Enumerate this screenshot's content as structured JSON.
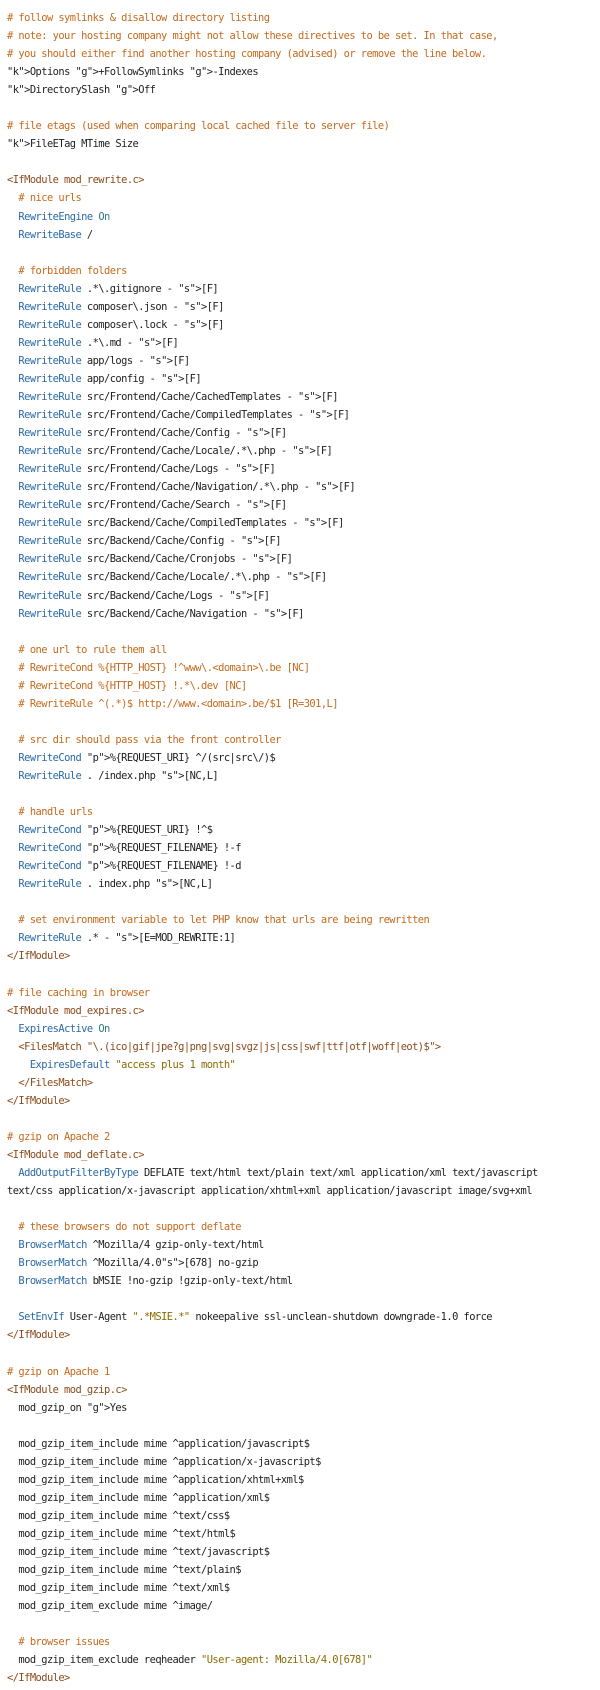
{
  "lines": [
    {
      "type": "comment",
      "text": "# follow symlinks & disallow directory listing"
    },
    {
      "type": "comment",
      "text": "# note: your hosting company might not allow these directives to be set. In that case,"
    },
    {
      "type": "comment",
      "text": "# you should either find another hosting company (advised) or remove the line below."
    },
    {
      "type": "code",
      "text": "Options +FollowSymlinks -Indexes"
    },
    {
      "type": "code",
      "text": "DirectorySlash Off"
    },
    {
      "type": "blank",
      "text": ""
    },
    {
      "type": "comment",
      "text": "# file etags (used when comparing local cached file to server file)"
    },
    {
      "type": "code",
      "text": "FileETag MTime Size"
    },
    {
      "type": "blank",
      "text": ""
    },
    {
      "type": "tag",
      "text": "<IfModule mod_rewrite.c>"
    },
    {
      "type": "comment",
      "text": "  # nice urls"
    },
    {
      "type": "code",
      "text": "  RewriteEngine On"
    },
    {
      "type": "code",
      "text": "  RewriteBase /"
    },
    {
      "type": "blank",
      "text": ""
    },
    {
      "type": "comment",
      "text": "  # forbidden folders"
    },
    {
      "type": "code",
      "text": "  RewriteRule .*\\.gitignore - [F]"
    },
    {
      "type": "code",
      "text": "  RewriteRule composer\\.json - [F]"
    },
    {
      "type": "code",
      "text": "  RewriteRule composer\\.lock - [F]"
    },
    {
      "type": "code",
      "text": "  RewriteRule .*\\.md - [F]"
    },
    {
      "type": "code",
      "text": "  RewriteRule app/logs - [F]"
    },
    {
      "type": "code",
      "text": "  RewriteRule app/config - [F]"
    },
    {
      "type": "code",
      "text": "  RewriteRule src/Frontend/Cache/CachedTemplates - [F]"
    },
    {
      "type": "code",
      "text": "  RewriteRule src/Frontend/Cache/CompiledTemplates - [F]"
    },
    {
      "type": "code",
      "text": "  RewriteRule src/Frontend/Cache/Config - [F]"
    },
    {
      "type": "code",
      "text": "  RewriteRule src/Frontend/Cache/Locale/.*\\.php - [F]"
    },
    {
      "type": "code",
      "text": "  RewriteRule src/Frontend/Cache/Logs - [F]"
    },
    {
      "type": "code",
      "text": "  RewriteRule src/Frontend/Cache/Navigation/.*\\.php - [F]"
    },
    {
      "type": "code",
      "text": "  RewriteRule src/Frontend/Cache/Search - [F]"
    },
    {
      "type": "code",
      "text": "  RewriteRule src/Backend/Cache/CompiledTemplates - [F]"
    },
    {
      "type": "code",
      "text": "  RewriteRule src/Backend/Cache/Config - [F]"
    },
    {
      "type": "code",
      "text": "  RewriteRule src/Backend/Cache/Cronjobs - [F]"
    },
    {
      "type": "code",
      "text": "  RewriteRule src/Backend/Cache/Locale/.*\\.php - [F]"
    },
    {
      "type": "code",
      "text": "  RewriteRule src/Backend/Cache/Logs - [F]"
    },
    {
      "type": "code",
      "text": "  RewriteRule src/Backend/Cache/Navigation - [F]"
    },
    {
      "type": "blank",
      "text": ""
    },
    {
      "type": "comment",
      "text": "  # one url to rule them all"
    },
    {
      "type": "comment",
      "text": "  # RewriteCond %{HTTP_HOST} !^www\\.<domain>\\.be [NC]"
    },
    {
      "type": "comment",
      "text": "  # RewriteCond %{HTTP_HOST} !.*\\.dev [NC]"
    },
    {
      "type": "comment",
      "text": "  # RewriteRule ^(.*)$ http://www.<domain>.be/$1 [R=301,L]"
    },
    {
      "type": "blank",
      "text": ""
    },
    {
      "type": "comment",
      "text": "  # src dir should pass via the front controller"
    },
    {
      "type": "code",
      "text": "  RewriteCond %{REQUEST_URI} ^/(src|src\\/)$"
    },
    {
      "type": "code",
      "text": "  RewriteRule . /index.php [NC,L]"
    },
    {
      "type": "blank",
      "text": ""
    },
    {
      "type": "comment",
      "text": "  # handle urls"
    },
    {
      "type": "code",
      "text": "  RewriteCond %{REQUEST_URI} !^$"
    },
    {
      "type": "code",
      "text": "  RewriteCond %{REQUEST_FILENAME} !-f"
    },
    {
      "type": "code",
      "text": "  RewriteCond %{REQUEST_FILENAME} !-d"
    },
    {
      "type": "code",
      "text": "  RewriteRule . index.php [NC,L]"
    },
    {
      "type": "blank",
      "text": ""
    },
    {
      "type": "comment",
      "text": "  # set environment variable to let PHP know that urls are being rewritten"
    },
    {
      "type": "code",
      "text": "  RewriteRule .* - [E=MOD_REWRITE:1]"
    },
    {
      "type": "tag",
      "text": "</IfModule>"
    },
    {
      "type": "blank",
      "text": ""
    },
    {
      "type": "comment",
      "text": "# file caching in browser"
    },
    {
      "type": "tag",
      "text": "<IfModule mod_expires.c>"
    },
    {
      "type": "code",
      "text": "  ExpiresActive On"
    },
    {
      "type": "tag",
      "text": "  <FilesMatch \"\\.(ico|gif|jpe?g|png|svg|svgz|js|css|swf|ttf|otf|woff|eot)$\">"
    },
    {
      "type": "code",
      "text": "    ExpiresDefault \"access plus 1 month\""
    },
    {
      "type": "tag",
      "text": "  </FilesMatch>"
    },
    {
      "type": "tag",
      "text": "</IfModule>"
    },
    {
      "type": "blank",
      "text": ""
    },
    {
      "type": "comment",
      "text": "# gzip on Apache 2"
    },
    {
      "type": "tag",
      "text": "<IfModule mod_deflate.c>"
    },
    {
      "type": "code",
      "text": "  AddOutputFilterByType DEFLATE text/html text/plain text/xml application/xml text/javascript"
    },
    {
      "type": "code",
      "text": "text/css application/x-javascript application/xhtml+xml application/javascript image/svg+xml"
    },
    {
      "type": "blank",
      "text": ""
    },
    {
      "type": "comment",
      "text": "  # these browsers do not support deflate"
    },
    {
      "type": "code",
      "text": "  BrowserMatch ^Mozilla/4 gzip-only-text/html"
    },
    {
      "type": "code",
      "text": "  BrowserMatch ^Mozilla/4.0[678] no-gzip"
    },
    {
      "type": "code",
      "text": "  BrowserMatch bMSIE !no-gzip !gzip-only-text/html"
    },
    {
      "type": "blank",
      "text": ""
    },
    {
      "type": "code",
      "text": "  SetEnvIf User-Agent \".*MSIE.*\" nokeepalive ssl-unclean-shutdown downgrade-1.0 force"
    },
    {
      "type": "tag",
      "text": "</IfModule>"
    },
    {
      "type": "blank",
      "text": ""
    },
    {
      "type": "comment",
      "text": "# gzip on Apache 1"
    },
    {
      "type": "tag",
      "text": "<IfModule mod_gzip.c>"
    },
    {
      "type": "code",
      "text": "  mod_gzip_on Yes"
    },
    {
      "type": "blank",
      "text": ""
    },
    {
      "type": "code",
      "text": "  mod_gzip_item_include mime ^application/javascript$"
    },
    {
      "type": "code",
      "text": "  mod_gzip_item_include mime ^application/x-javascript$"
    },
    {
      "type": "code",
      "text": "  mod_gzip_item_include mime ^application/xhtml+xml$"
    },
    {
      "type": "code",
      "text": "  mod_gzip_item_include mime ^application/xml$"
    },
    {
      "type": "code",
      "text": "  mod_gzip_item_include mime ^text/css$"
    },
    {
      "type": "code",
      "text": "  mod_gzip_item_include mime ^text/html$"
    },
    {
      "type": "code",
      "text": "  mod_gzip_item_include mime ^text/javascript$"
    },
    {
      "type": "code",
      "text": "  mod_gzip_item_include mime ^text/plain$"
    },
    {
      "type": "code",
      "text": "  mod_gzip_item_include mime ^text/xml$"
    },
    {
      "type": "code",
      "text": "  mod_gzip_item_exclude mime ^image/"
    },
    {
      "type": "blank",
      "text": ""
    },
    {
      "type": "comment",
      "text": "  # browser issues"
    },
    {
      "type": "code",
      "text": "  mod_gzip_item_exclude reqheader \"User-agent: Mozilla/4.0[678]\""
    },
    {
      "type": "tag",
      "text": "</IfModule>"
    }
  ]
}
